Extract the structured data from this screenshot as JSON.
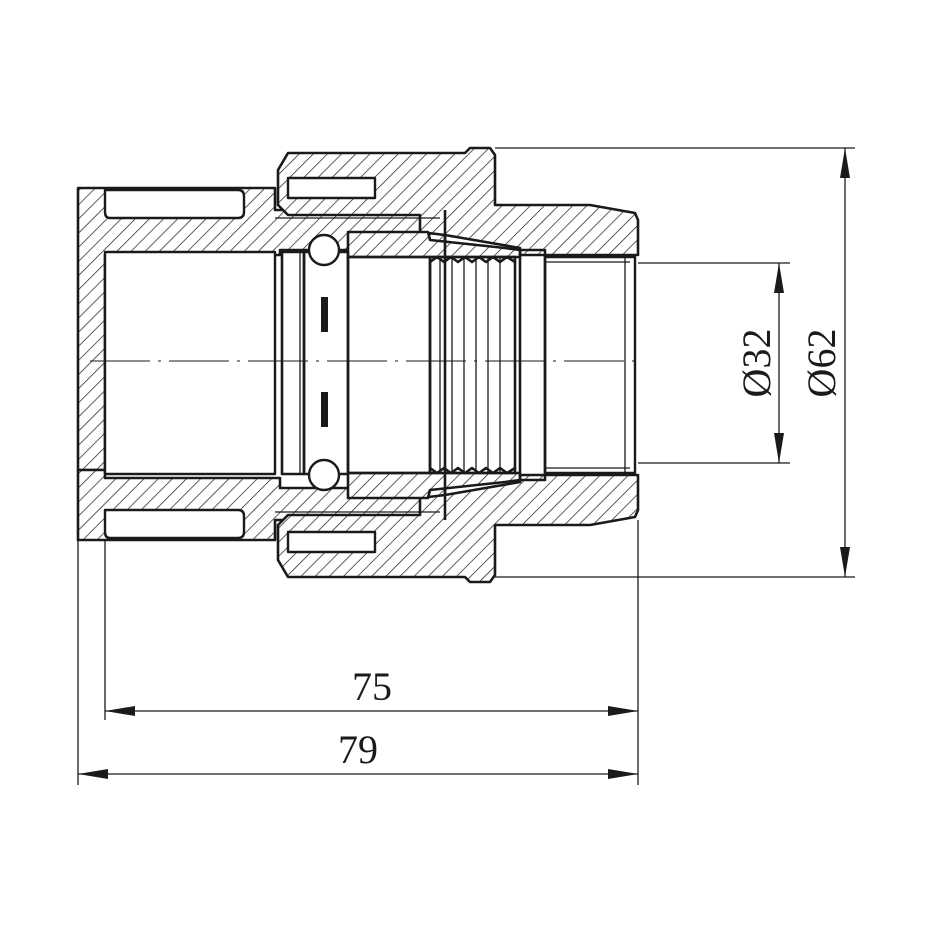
{
  "drawing": {
    "dimensions": {
      "inner_diameter": "Ø32",
      "outer_diameter": "Ø62",
      "length_75": "75",
      "length_79": "79"
    },
    "colors": {
      "line": "#1a1a1a",
      "background": "#ffffff"
    }
  }
}
